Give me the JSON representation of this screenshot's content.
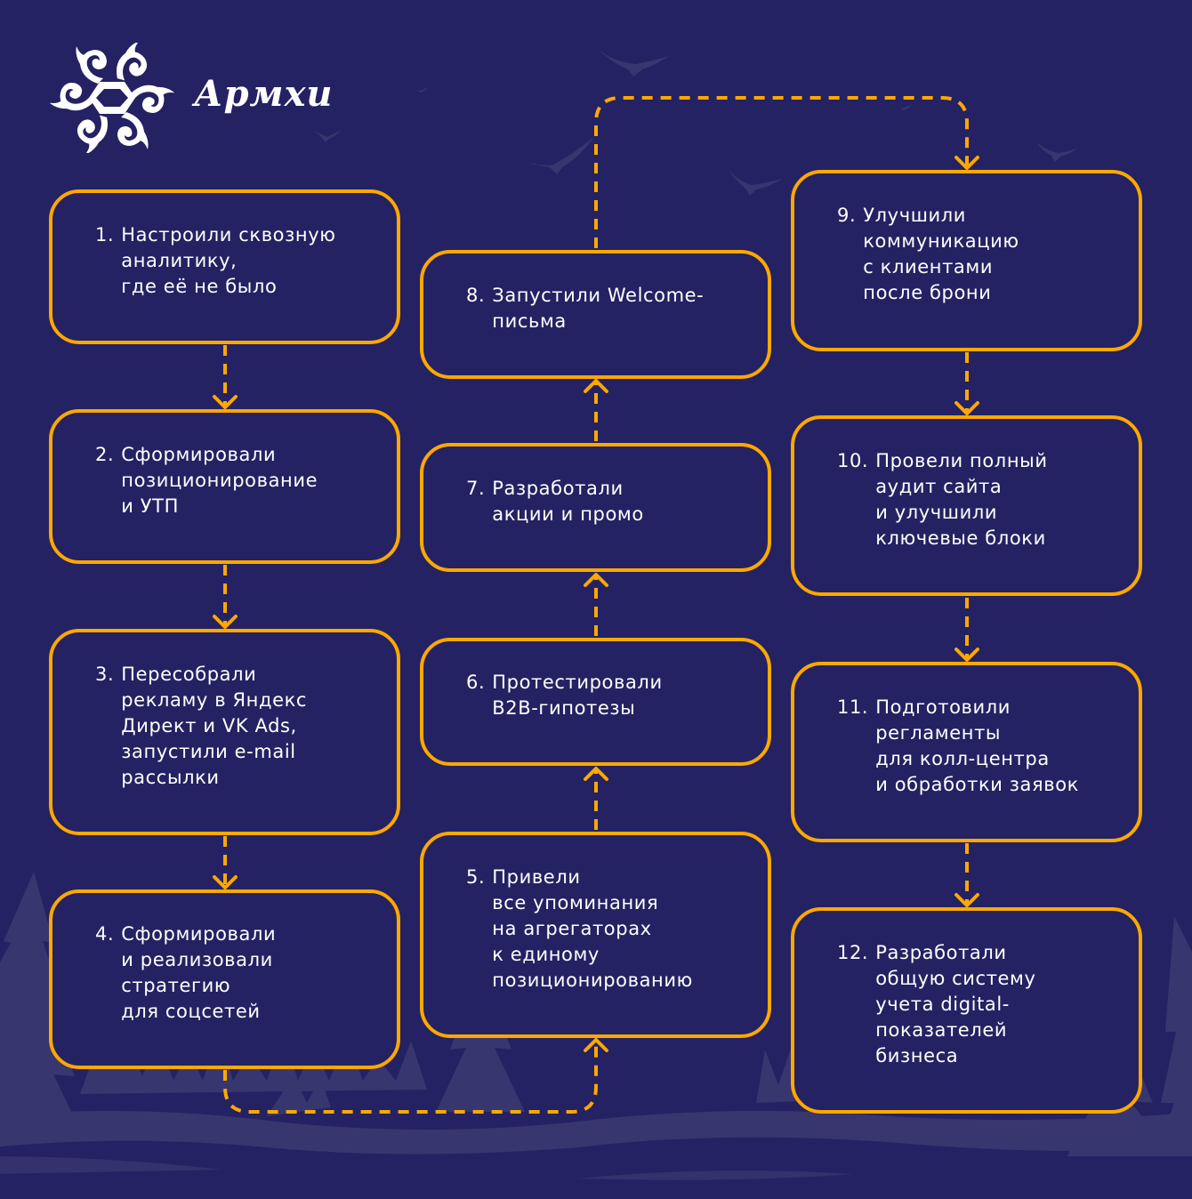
{
  "brand": {
    "name": "Армхи",
    "logo_icon": "ornament-logo-icon"
  },
  "colors": {
    "background": "#242262",
    "accent": "#FFA800",
    "silhouette": "#38366F",
    "text": "#FFFFFF"
  },
  "steps": [
    {
      "num": "1.",
      "text": "Настроили сквозную\nаналитику,\nгде её не было"
    },
    {
      "num": "2.",
      "text": "Сформировали\nпозиционирование\nи УТП"
    },
    {
      "num": "3.",
      "text": "Пересобрали\nрекламу в Яндекс\nДирект и VK Ads,\nзапустили  e-mail\nрассылки"
    },
    {
      "num": "4.",
      "text": "Сформировали\nи реализовали\nстратегию\nдля соцсетей"
    },
    {
      "num": "5.",
      "text": "Привели\nвсе упоминания\nна агрегаторах\nк единому\nпозиционированию"
    },
    {
      "num": "6.",
      "text": "Протестировали\nB2B-гипотезы"
    },
    {
      "num": "7.",
      "text": "Разработали\nакции и промо"
    },
    {
      "num": "8.",
      "text": "Запустили Welcome-\nписьма"
    },
    {
      "num": "9.",
      "text": "Улучшили\nкоммуникацию\nс клиентами\nпосле брони"
    },
    {
      "num": "10.",
      "text": "Провели полный\nаудит сайта\nи улучшили\nключевые блоки"
    },
    {
      "num": "11.",
      "text": "Подготовили\nрегламенты\nдля колл-центра\nи обработки заявок"
    },
    {
      "num": "12.",
      "text": "Разработали\nобщую систему\nучета digital-\nпоказателей\nбизнеса"
    }
  ],
  "flow_order": [
    "1",
    "2",
    "3",
    "4",
    "5",
    "6",
    "7",
    "8",
    "9",
    "10",
    "11",
    "12"
  ]
}
